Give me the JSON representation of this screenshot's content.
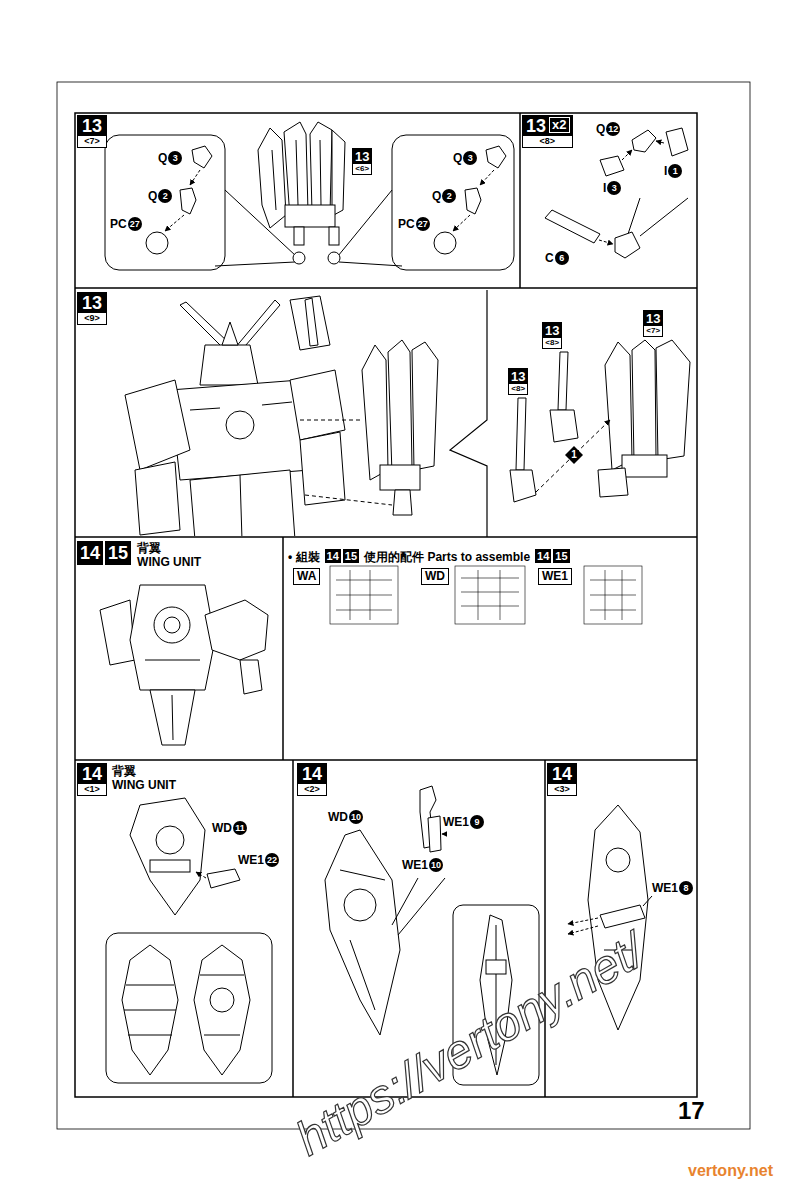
{
  "diagram": {
    "nodes": [
      {
        "text": [
          "13",
          "<7>"
        ]
      },
      {
        "text": [
          "13",
          "<6>"
        ]
      },
      {
        "text": [
          "13",
          "x2",
          "<8>"
        ]
      },
      {
        "text": [
          "13",
          "<9>"
        ]
      },
      {
        "text": [
          "13",
          "<8>"
        ]
      },
      {
        "text": [
          "13",
          "<8>"
        ]
      },
      {
        "text": [
          "13",
          "<7>"
        ]
      },
      {
        "text": [
          "1"
        ]
      },
      {
        "text": [
          "14",
          "15",
          "背翼",
          "WING UNIT"
        ]
      },
      {
        "text": [
          "14"
        ]
      },
      {
        "text": [
          "15"
        ]
      },
      {
        "text": [
          "14"
        ]
      },
      {
        "text": [
          "15"
        ]
      },
      {
        "text": [
          "WA"
        ]
      },
      {
        "text": [
          "WD"
        ]
      },
      {
        "text": [
          "WE1"
        ]
      },
      {
        "text": [
          "14",
          "<1>",
          "背翼",
          "WING UNIT"
        ]
      },
      {
        "text": [
          "14",
          "<2>"
        ]
      },
      {
        "text": [
          "14",
          "<3>"
        ]
      }
    ],
    "labels": [
      "Q",
      "3",
      "Q",
      "2",
      "PC",
      "27",
      "Q",
      "3",
      "Q",
      "2",
      "PC",
      "27",
      "Q",
      "12",
      "I",
      "1",
      "I",
      "3",
      "C",
      "6",
      "• 組裝",
      "使用的配件 Parts to assemble",
      "WD",
      "11",
      "WE1",
      "22",
      "WD",
      "10",
      "WE1",
      "9",
      "WE1",
      "10",
      "WE1",
      "8",
      "17",
      "https://vertony.net/",
      "vertony.net"
    ]
  }
}
